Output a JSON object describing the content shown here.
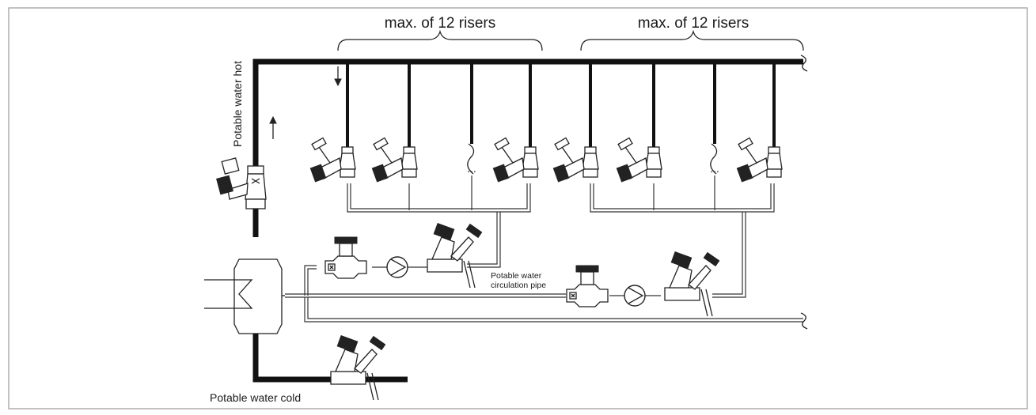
{
  "labels": {
    "risers_left": "max. of 12 risers",
    "risers_right": "max. of 12 risers",
    "hot": "Potable water hot",
    "cold": "Potable water cold",
    "circulation_line1": "Potable water",
    "circulation_line2": "circulation pipe",
    "ellipsis": "..."
  }
}
